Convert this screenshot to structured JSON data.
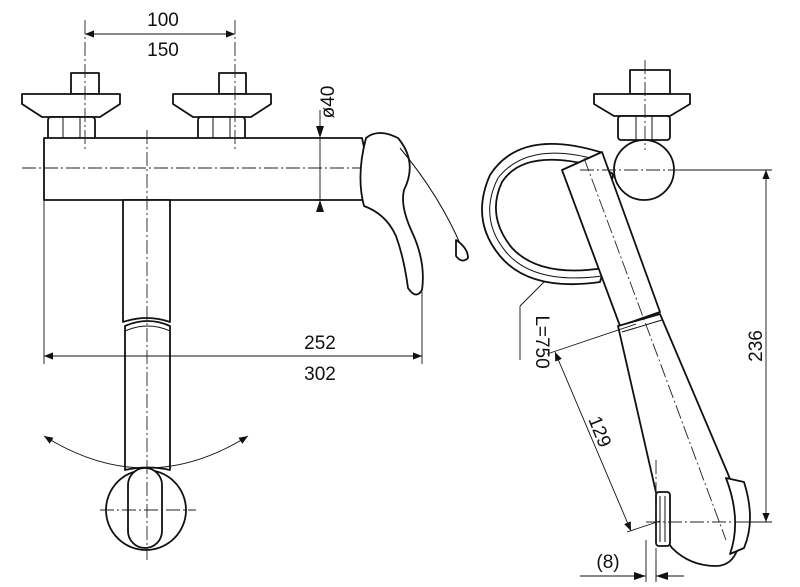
{
  "dimensions": {
    "spacing_a": "100",
    "spacing_b": "150",
    "body_diameter": "ø40",
    "width_a": "252",
    "width_b": "302",
    "hose_length": "L=750",
    "spout_length": "129",
    "height": "236",
    "offset": "(8)"
  }
}
